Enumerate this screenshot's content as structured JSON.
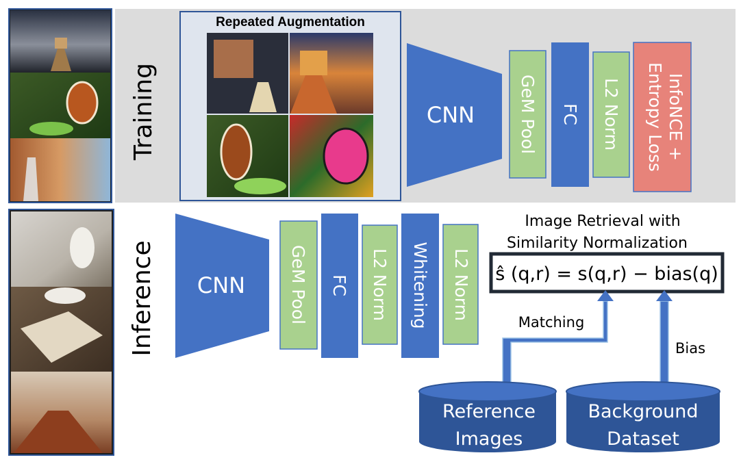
{
  "training": {
    "label": "Training",
    "augmentation_title": "Repeated Augmentation",
    "blocks": [
      "CNN",
      "GeM Pool",
      "FC",
      "L2 Norm",
      "InfoNCE + Entropy Loss"
    ],
    "loss_line1": "InfoNCE +",
    "loss_line2": "Entropy Loss"
  },
  "inference": {
    "label": "Inference",
    "blocks": [
      "CNN",
      "GeM Pool",
      "FC",
      "L2 Norm",
      "Whitening",
      "L2 Norm"
    ]
  },
  "retrieval": {
    "title_line1": "Image Retrieval with",
    "title_line2": "Similarity Normalization",
    "formula": "ŝ (q,r) = s(q,r) − bias(q)"
  },
  "arrows": {
    "matching": "Matching",
    "bias": "Bias"
  },
  "databases": {
    "reference": {
      "line1": "Reference",
      "line2": "Images"
    },
    "background": {
      "line1": "Background",
      "line2": "Dataset"
    }
  },
  "colors": {
    "panel_bg": "#dcdcdc",
    "cnn_blue": "#4472c4",
    "block_green": "#a9d18e",
    "loss_red": "#e7837a",
    "db_blue": "#2e5597",
    "frame_blue": "#2e5597"
  }
}
